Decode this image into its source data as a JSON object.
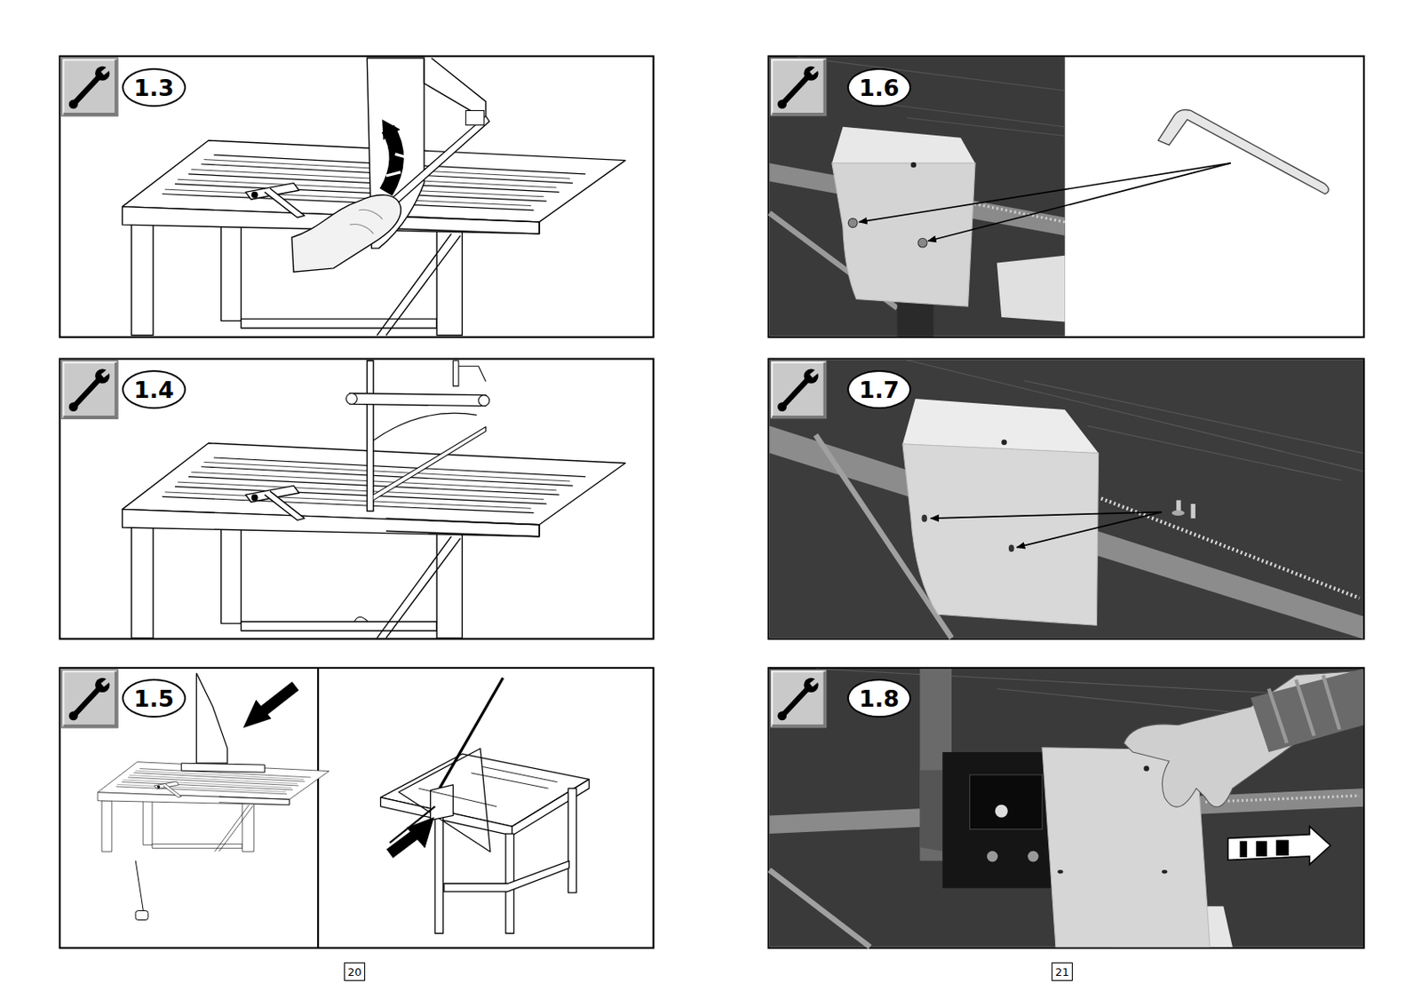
{
  "diagram": {
    "nodes": [
      {
        "text": [
          "1.3"
        ]
      },
      {
        "text": [
          "1.4"
        ]
      },
      {
        "text": [
          "1.5"
        ]
      },
      {
        "text": [
          "20"
        ]
      },
      {
        "text": [
          "1.6"
        ]
      },
      {
        "text": [
          "1.7"
        ]
      },
      {
        "text": [
          "1.8"
        ]
      },
      {
        "text": [
          "21"
        ]
      }
    ]
  }
}
